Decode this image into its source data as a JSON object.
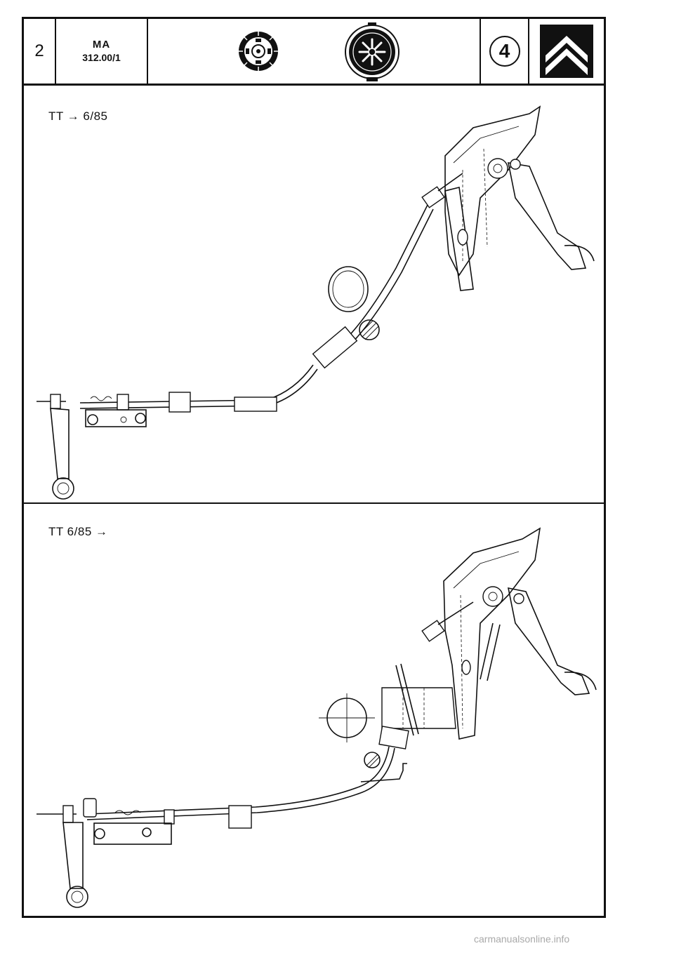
{
  "header": {
    "page_number": "2",
    "doc_code_line1": "MA",
    "doc_code_line2": "312.00/1",
    "section_number": "4",
    "brand_logo": "citroen-double-chevron-logo",
    "icons": [
      "clutch-disc-icon",
      "clutch-pressure-plate-icon"
    ]
  },
  "sections": [
    {
      "label": "TT → 6/85",
      "drawing": "clutch-cable-assembly-early"
    },
    {
      "label": "TT 6/85 →",
      "drawing": "clutch-cable-assembly-late"
    }
  ],
  "footer": {
    "watermark": "carmanualsonline.info"
  },
  "colors": {
    "ink": "#111111",
    "paper": "#ffffff",
    "watermark": "#a9a9a9"
  }
}
